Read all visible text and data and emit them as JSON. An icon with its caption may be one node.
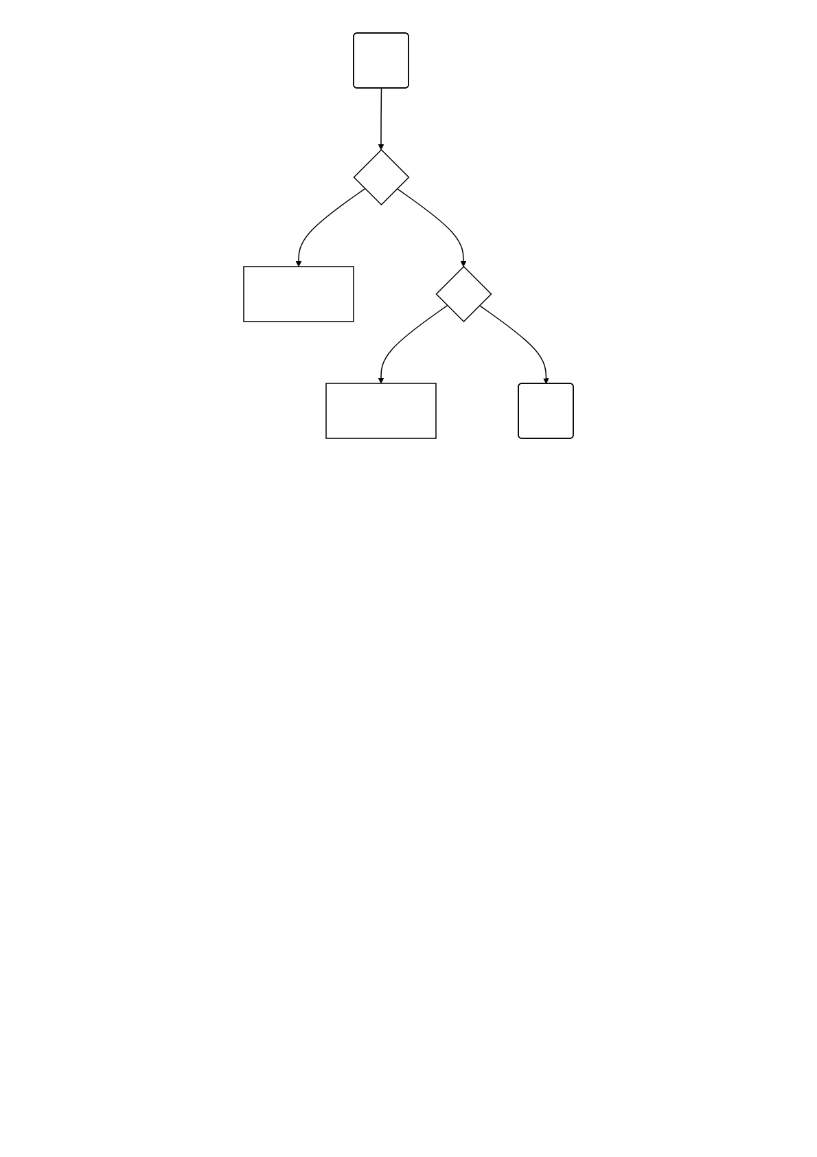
{
  "diagram": {
    "nodes": [
      {
        "text": [],
        "shape": "box"
      },
      {
        "text": [],
        "shape": "diamond"
      },
      {
        "text": [],
        "shape": "box"
      },
      {
        "text": [],
        "shape": "diamond"
      },
      {
        "text": [],
        "shape": "box"
      },
      {
        "text": [],
        "shape": "box"
      }
    ],
    "edges": [
      {
        "from": 0,
        "to": 1,
        "arrow": "to"
      },
      {
        "from": 1,
        "to": 2,
        "arrow": "to"
      },
      {
        "from": 1,
        "to": 3,
        "arrow": "to"
      },
      {
        "from": 3,
        "to": 4,
        "arrow": "to"
      },
      {
        "from": 3,
        "to": 5,
        "arrow": "to"
      }
    ]
  }
}
